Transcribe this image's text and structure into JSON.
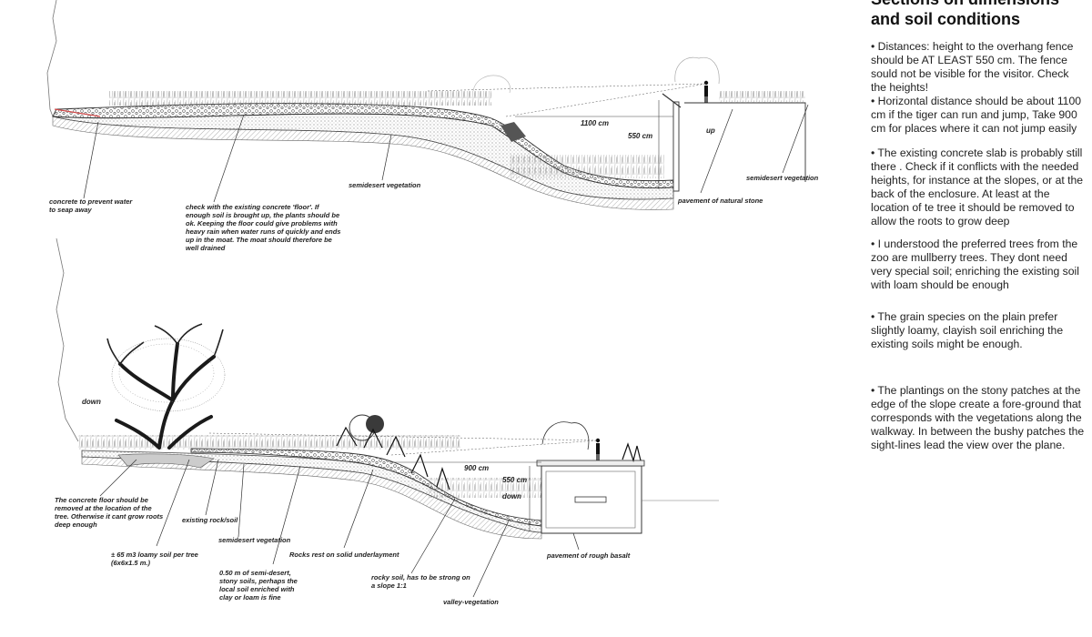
{
  "notes": {
    "heading": "Sections on dimensions\nand soil conditions",
    "paragraphs": [
      "• Distances: height to the overhang fence should be AT LEAST 550 cm. The fence sould not be visible for the visitor. Check the heights!",
      "• Horizontal distance should be about 1100 cm if the tiger can run and jump, Take 900 cm for places where it can not jump easily",
      "• The  existing concrete slab is probably still there      . Check if it conflicts with the needed heights, for instance at the slopes, or at the back of the enclosure. At least at the location of te tree it should be removed to allow the roots to grow deep",
      "• I understood the preferred trees from the zoo are mullberry trees. They dont need very special soil; enriching the existing soil with loam should be enough",
      "• The grain species on the plain prefer slightly loamy, clayish soil enriching the existing soils might be enough.",
      "• The plantings on the stony patches at the edge of the slope create a fore-ground that corresponds with the vegetations along the walkway. In between the bushy patches the sight-lines lead the view over the plane."
    ]
  },
  "section_top": {
    "dim_horizontal": "1100 cm",
    "dim_vertical": "550 cm",
    "up": "up",
    "concrete": "concrete to prevent water\nto seap away",
    "floor_note": "check with the existing concrete 'floor'. If\nenough soil is brought up, the plants should be\nok. Keeping the floor could give problems with\nheavy rain when water runs of quickly and ends\nup in the moat. The moat should therefore be\nwell drained",
    "veg_mid": "semidesert vegetation",
    "pavement": "pavement of natural stone",
    "veg_right": "semidesert vegetation"
  },
  "section_bottom": {
    "down_left": "down",
    "dim_horizontal": "900 cm",
    "dim_vertical": "550 cm",
    "down_right": "down",
    "floor_removed": "The concrete floor should be\nremoved at the location of the\ntree. Otherwise it cant grow roots\ndeep enough",
    "rock_soil": "existing rock/soil",
    "veg": "semidesert vegetation",
    "loamy": "± 65 m3 loamy soil per tree\n(6x6x1.5 m.)",
    "semi_desert": "0.50 m of semi-desert,\nstony soils, perhaps the\nlocal soil enriched with\nclay or loam is fine",
    "rocks": "Rocks rest on solid underlayment",
    "rocky_soil": "rocky soil, has to be strong on\na slope 1:1",
    "valley": "valley-vegetation",
    "basalt": "pavement of rough basalt"
  }
}
